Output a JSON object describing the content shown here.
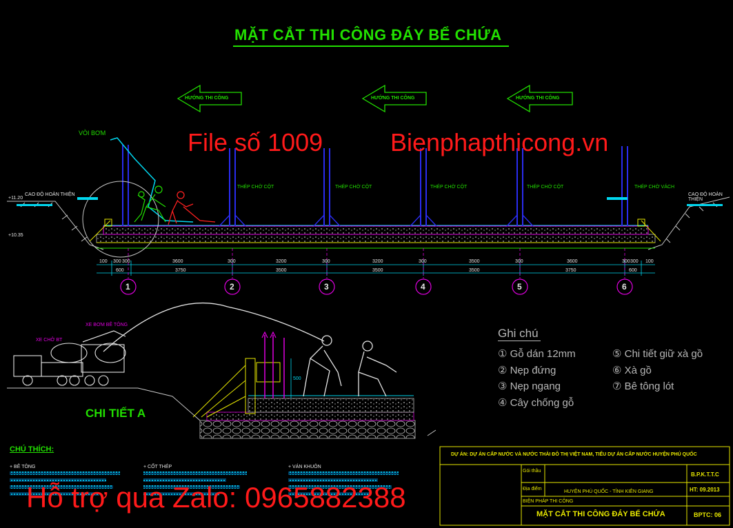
{
  "title": "MẶT CẮT THI CÔNG ĐÁY BỂ CHỨA",
  "watermarks": {
    "file_no": "File số 1009",
    "site": "Bienphapthicong.vn",
    "support": "Hỗ trợ qua Zalo: 0965882388"
  },
  "direction_label": "HƯỚNG THI CÔNG",
  "section_labels": {
    "pump": "VÒI BƠM",
    "rebar_column": "THÉP CHỜ CỘT",
    "rebar_wall": "THÉP CHỜ VÁCH",
    "elevation_top": "+11.20",
    "elevation_bottom": "+10.35",
    "ground_left": "CAO ĐỘ HOÀN THIỆN",
    "ground_right": "CAO ĐỘ HOÀN THIỆN"
  },
  "dimensions_top": [
    "100",
    "300",
    "300",
    "3600",
    "300",
    "3200",
    "300",
    "3200",
    "300",
    "3500",
    "300",
    "3600",
    "300",
    "300",
    "100"
  ],
  "dimensions_bottom": [
    "600",
    "3750",
    "3500",
    "3500",
    "3500",
    "3750",
    "600"
  ],
  "axes": [
    "1",
    "2",
    "3",
    "4",
    "5",
    "6"
  ],
  "detail_title": "CHI TIẾT A",
  "detail_labels": {
    "truck": "XE CHỞ BT",
    "pump_truck": "XE BƠM BÊ TÔNG",
    "height": "500"
  },
  "notes": {
    "title": "Ghi chú",
    "items": [
      {
        "num": "①",
        "text": "Gỗ dán 12mm"
      },
      {
        "num": "②",
        "text": "Nẹp đứng"
      },
      {
        "num": "③",
        "text": "Nẹp ngang"
      },
      {
        "num": "④",
        "text": "Cây chống gỗ"
      },
      {
        "num": "⑤",
        "text": "Chi tiết giữ xà gồ"
      },
      {
        "num": "⑥",
        "text": "Xà gồ"
      },
      {
        "num": "⑦",
        "text": "Bê tông lót"
      }
    ]
  },
  "legend": {
    "title": "CHÚ THÍCH:",
    "columns": [
      "+ BÊ TÔNG",
      "+ CỐT THÉP",
      "+ VÁN KHUÔN"
    ]
  },
  "title_block": {
    "project": "DỰ ÁN: DỰ ÁN CẤP NƯỚC VÀ NƯỚC THẢI ĐÔ THỊ VIỆT NAM, TIỂU DỰ ÁN CẤP NƯỚC HUYỆN PHÚ QUỐC",
    "location": "HUYỆN PHÚ QUỐC - TỈNH KIÊN GIANG",
    "plan_label": "BIỆN PHÁP THI CÔNG",
    "drawing_title": "MẶT CẮT THI CÔNG ĐÁY BỂ CHỨA",
    "code": "B.P.K.T.T.C",
    "date": "HT: 09.2013",
    "sheet": "BPTC: 06",
    "row_label_1": "Gói thầu",
    "row_label_2": "Địa điểm"
  },
  "colors": {
    "background": "#000000",
    "title_green": "#22e000",
    "arrow_green": "#22e000",
    "rebar_blue": "#1e20d8",
    "cyan": "#00d8f0",
    "magenta": "#e000e0",
    "yellow": "#e8e800",
    "red": "#ff1a1a",
    "worker": "#ff2020",
    "notes_gray": "#b8b8b8"
  }
}
